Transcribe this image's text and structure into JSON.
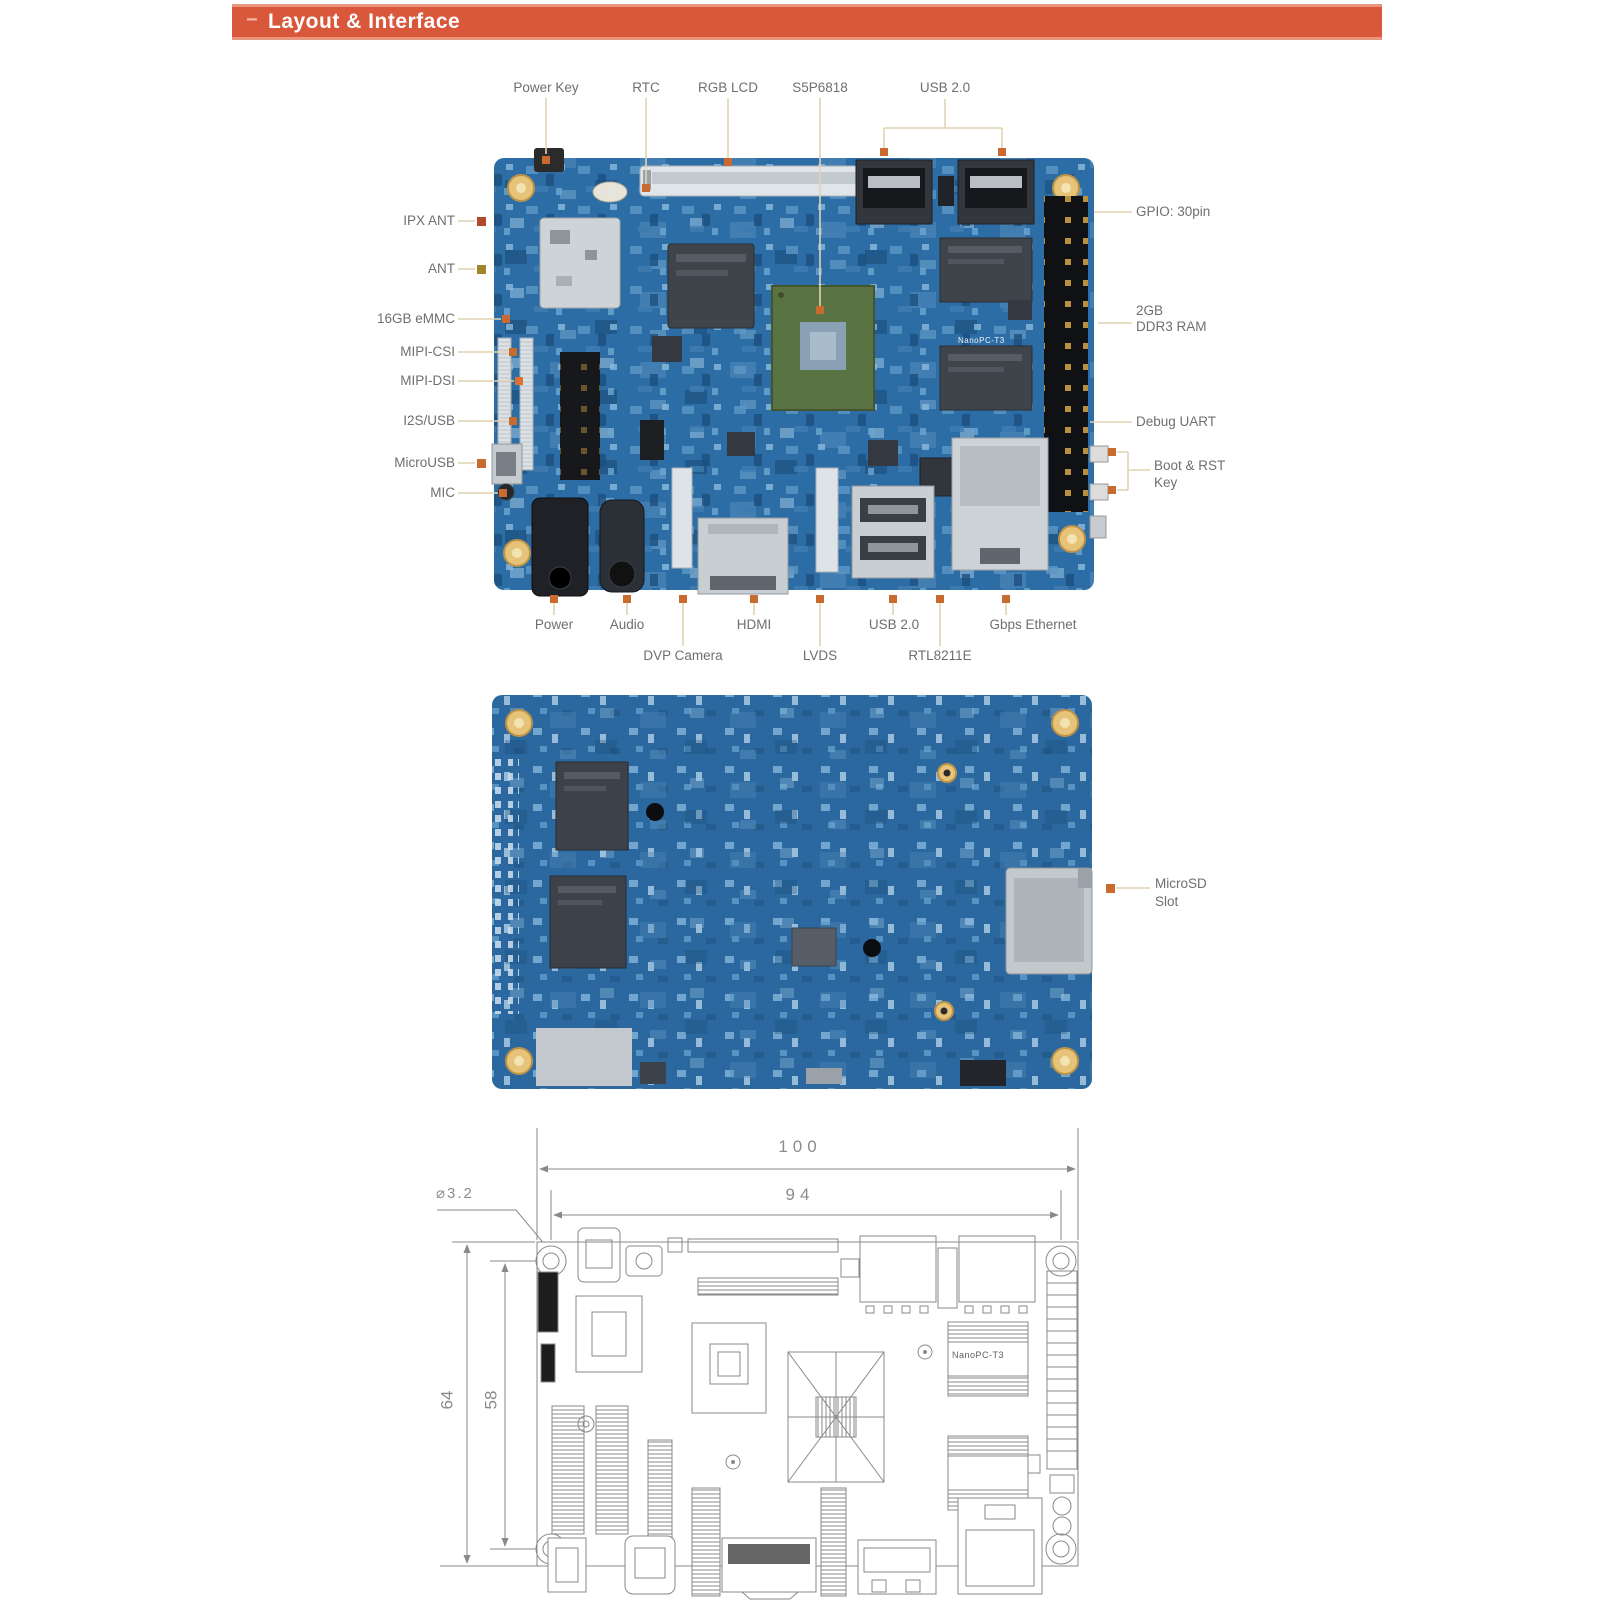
{
  "header": {
    "dash": "−",
    "title": "Layout & Interface",
    "bar_color": "#d9573a"
  },
  "front_board": {
    "silkscreen": "NanoPC-T3",
    "top_labels": [
      {
        "text": "Power Key"
      },
      {
        "text": "RTC"
      },
      {
        "text": "RGB LCD"
      },
      {
        "text": "S5P6818"
      },
      {
        "text": "USB 2.0"
      }
    ],
    "left_labels": [
      {
        "text": "IPX ANT"
      },
      {
        "text": "ANT"
      },
      {
        "text": "16GB eMMC"
      },
      {
        "text": "MIPI-CSI"
      },
      {
        "text": "MIPI-DSI"
      },
      {
        "text": "I2S/USB"
      },
      {
        "text": "MicroUSB"
      },
      {
        "text": "MIC"
      }
    ],
    "right_labels": [
      {
        "text": "GPIO: 30pin"
      },
      {
        "line1": "2GB",
        "line2": "DDR3 RAM"
      },
      {
        "text": "Debug UART"
      },
      {
        "line1": "Boot & RST",
        "line2": "Key"
      }
    ],
    "bottom_labels_row1": [
      {
        "text": "Power"
      },
      {
        "text": "Audio"
      },
      {
        "text": "HDMI"
      },
      {
        "text": "USB 2.0"
      },
      {
        "text": "Gbps Ethernet"
      }
    ],
    "bottom_labels_row2": [
      {
        "text": "DVP Camera"
      },
      {
        "text": "LVDS"
      },
      {
        "text": "RTL8211E"
      }
    ]
  },
  "back_board": {
    "labels": [
      {
        "line1": "MicroSD",
        "line2": "Slot"
      }
    ]
  },
  "dimension_drawing": {
    "board_name": "NanoPC-T3",
    "width_outer": "100",
    "width_inner": "94",
    "hole_diameter": "⌀3.2",
    "height_outer": "64",
    "height_inner": "58"
  },
  "colors": {
    "accent_orange": "#d9573a",
    "leader_line": "#e0d3b4",
    "marker_orange": "#c96a2e",
    "pcb_blue": "#2d6da5",
    "drawing_line": "#8a8a8a"
  }
}
